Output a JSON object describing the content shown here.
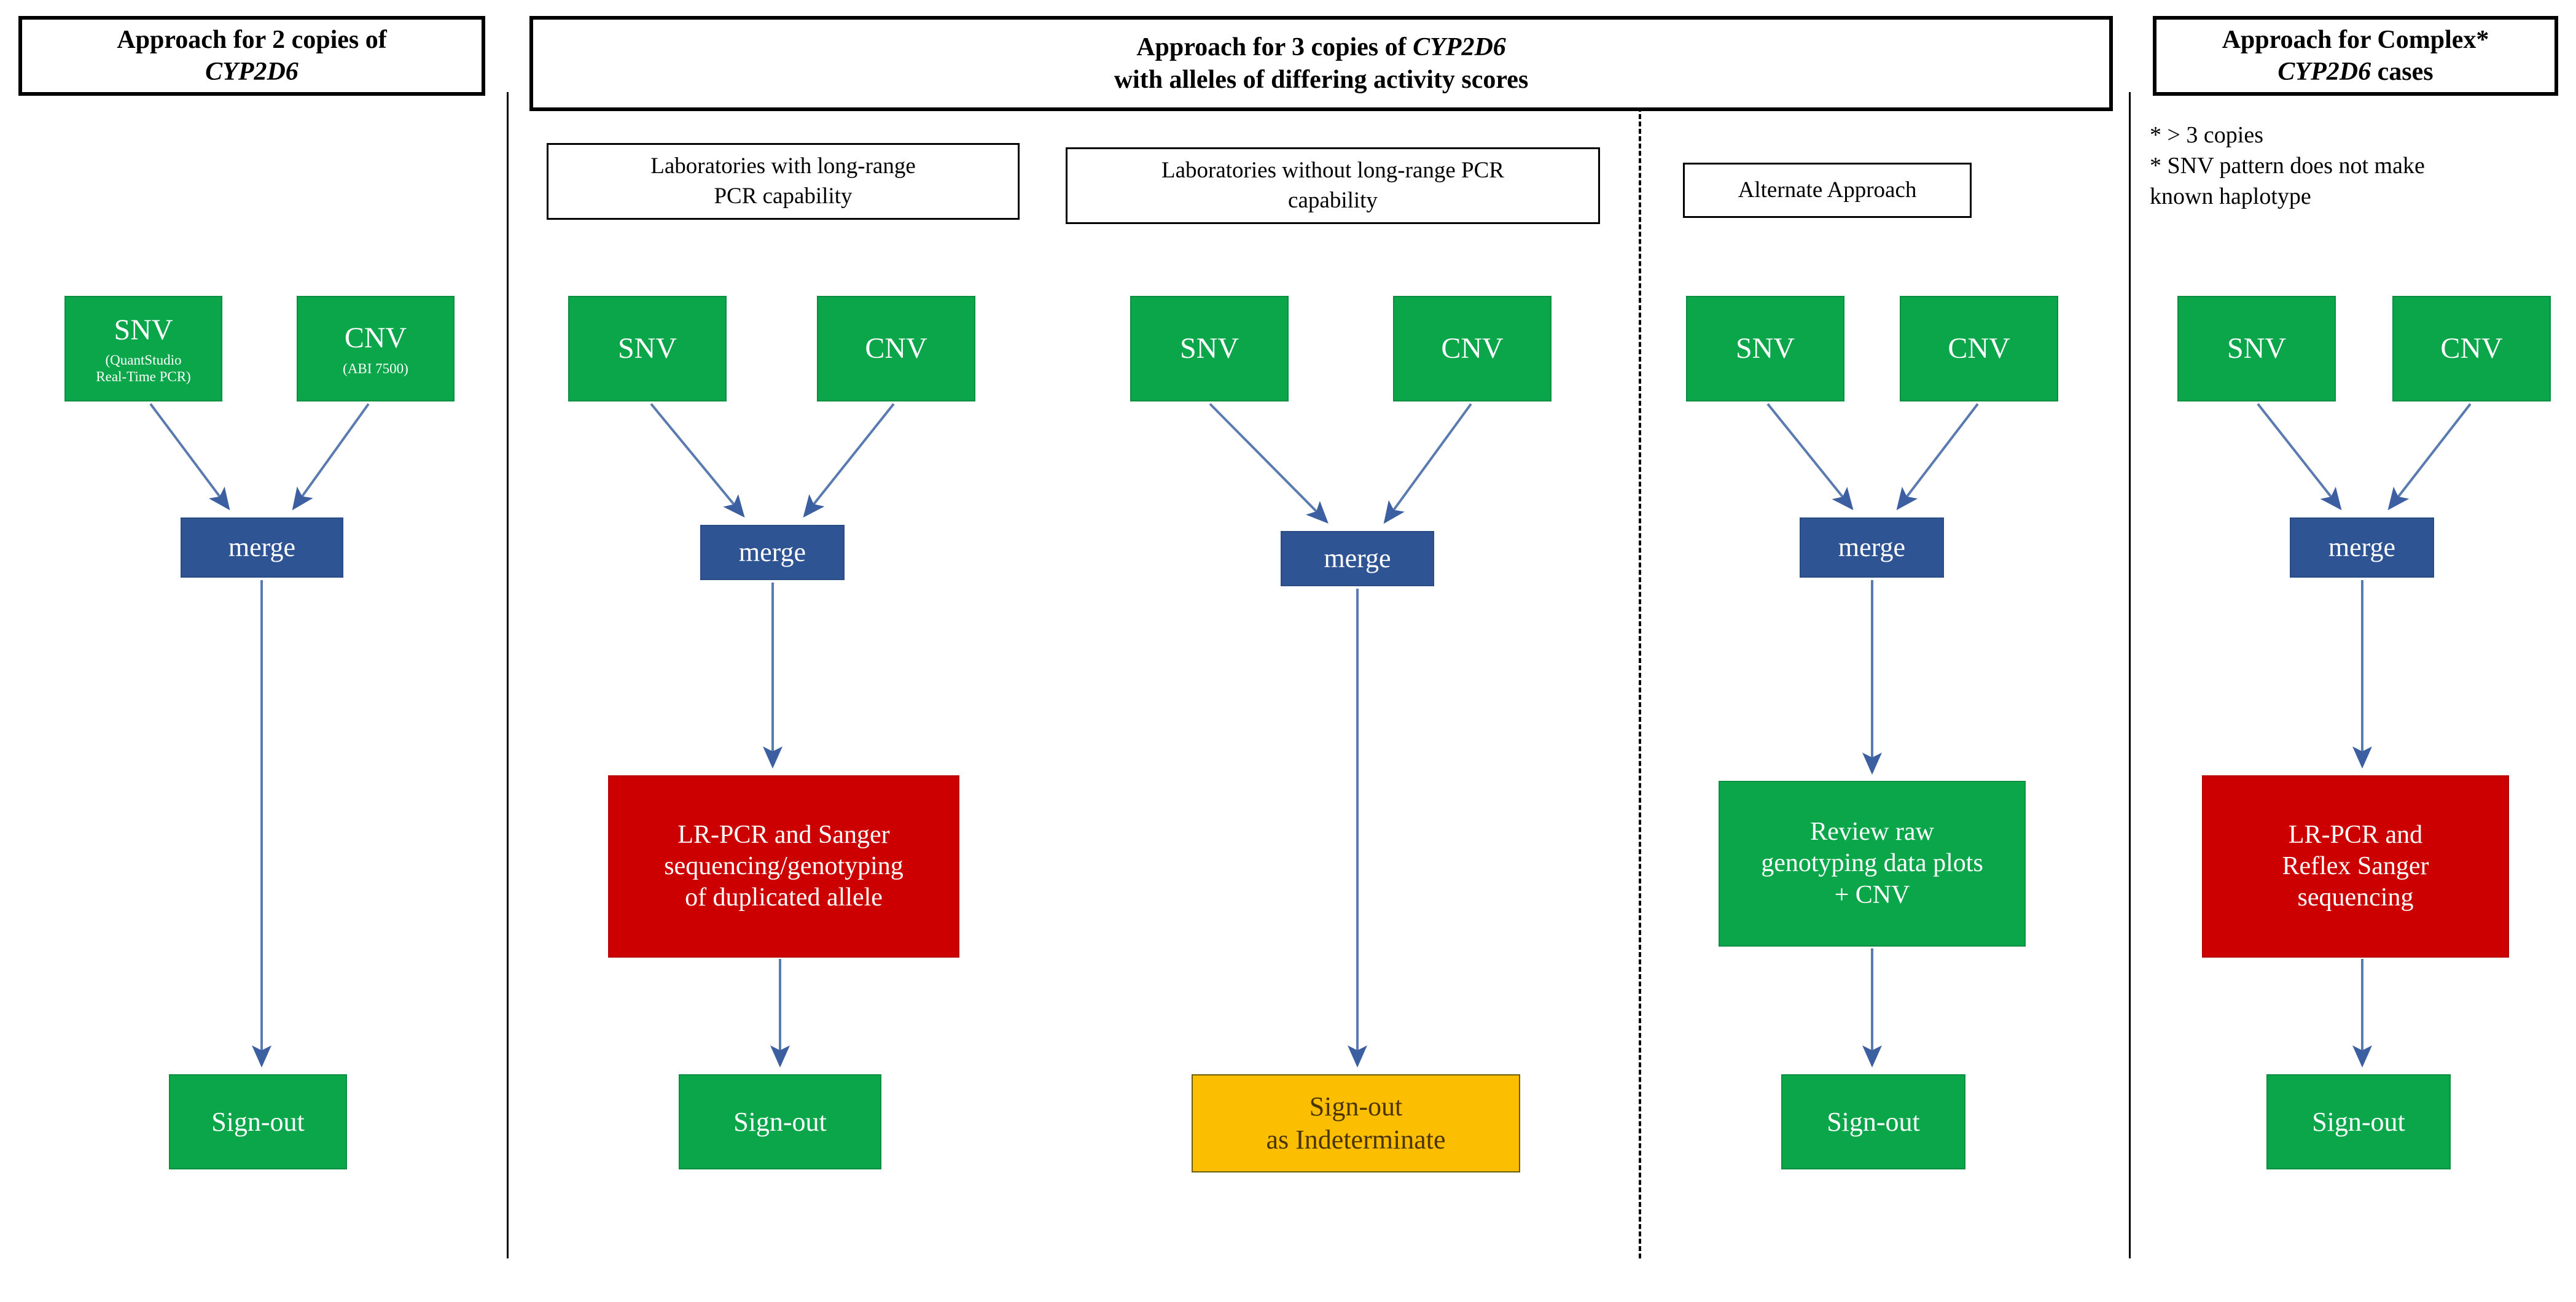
{
  "colors": {
    "green": "#0CA64A",
    "blue": "#2E5493",
    "red": "#CC0000",
    "orange": "#FBBE00",
    "arrow": "#4A6FA5",
    "frame": "#000000"
  },
  "panels": [
    {
      "id": "panel-2-copies",
      "header": {
        "line1": "Approach for 2 copies of",
        "line2_italic": "CYP2D6"
      },
      "nodes": {
        "snv": {
          "title": "SNV",
          "sub": "(QuantStudio\nReal-Time PCR)"
        },
        "cnv": {
          "title": "CNV",
          "sub": "(ABI 7500)"
        },
        "merge": {
          "title": "merge"
        },
        "signout": {
          "title": "Sign-out"
        }
      }
    },
    {
      "id": "panel-3-copies",
      "header": {
        "line1_a": "Approach for 3 copies of ",
        "line1_italic": "CYP2D6",
        "line2": "with alleles of differing activity scores"
      },
      "columns": [
        {
          "id": "col-with-lrpcr",
          "subheader": "Laboratories with long-range\nPCR capability",
          "nodes": {
            "snv": {
              "title": "SNV"
            },
            "cnv": {
              "title": "CNV"
            },
            "merge": {
              "title": "merge"
            },
            "action": {
              "title": "LR-PCR and Sanger\nsequencing/genotyping\nof duplicated allele"
            },
            "signout": {
              "title": "Sign-out"
            }
          }
        },
        {
          "id": "col-without-lrpcr",
          "subheader": "Laboratories without long-range PCR\ncapability",
          "nodes": {
            "snv": {
              "title": "SNV"
            },
            "cnv": {
              "title": "CNV"
            },
            "merge": {
              "title": "merge"
            },
            "signout": {
              "title": "Sign-out\nas Indeterminate"
            }
          }
        },
        {
          "id": "col-alternate",
          "subheader": "Alternate Approach",
          "nodes": {
            "snv": {
              "title": "SNV"
            },
            "cnv": {
              "title": "CNV"
            },
            "merge": {
              "title": "merge"
            },
            "action": {
              "title": "Review raw\ngenotyping data plots\n+ CNV"
            },
            "signout": {
              "title": "Sign-out"
            }
          }
        }
      ]
    },
    {
      "id": "panel-complex",
      "header": {
        "line1": "Approach for Complex*",
        "line2_italic": "CYP2D6",
        "line2_rest": " cases"
      },
      "notes": "* > 3 copies\n* SNV pattern does not make\nknown haplotype",
      "nodes": {
        "snv": {
          "title": "SNV"
        },
        "cnv": {
          "title": "CNV"
        },
        "merge": {
          "title": "merge"
        },
        "action": {
          "title": "LR-PCR and\nReflex Sanger\nsequencing"
        },
        "signout": {
          "title": "Sign-out"
        }
      }
    }
  ]
}
